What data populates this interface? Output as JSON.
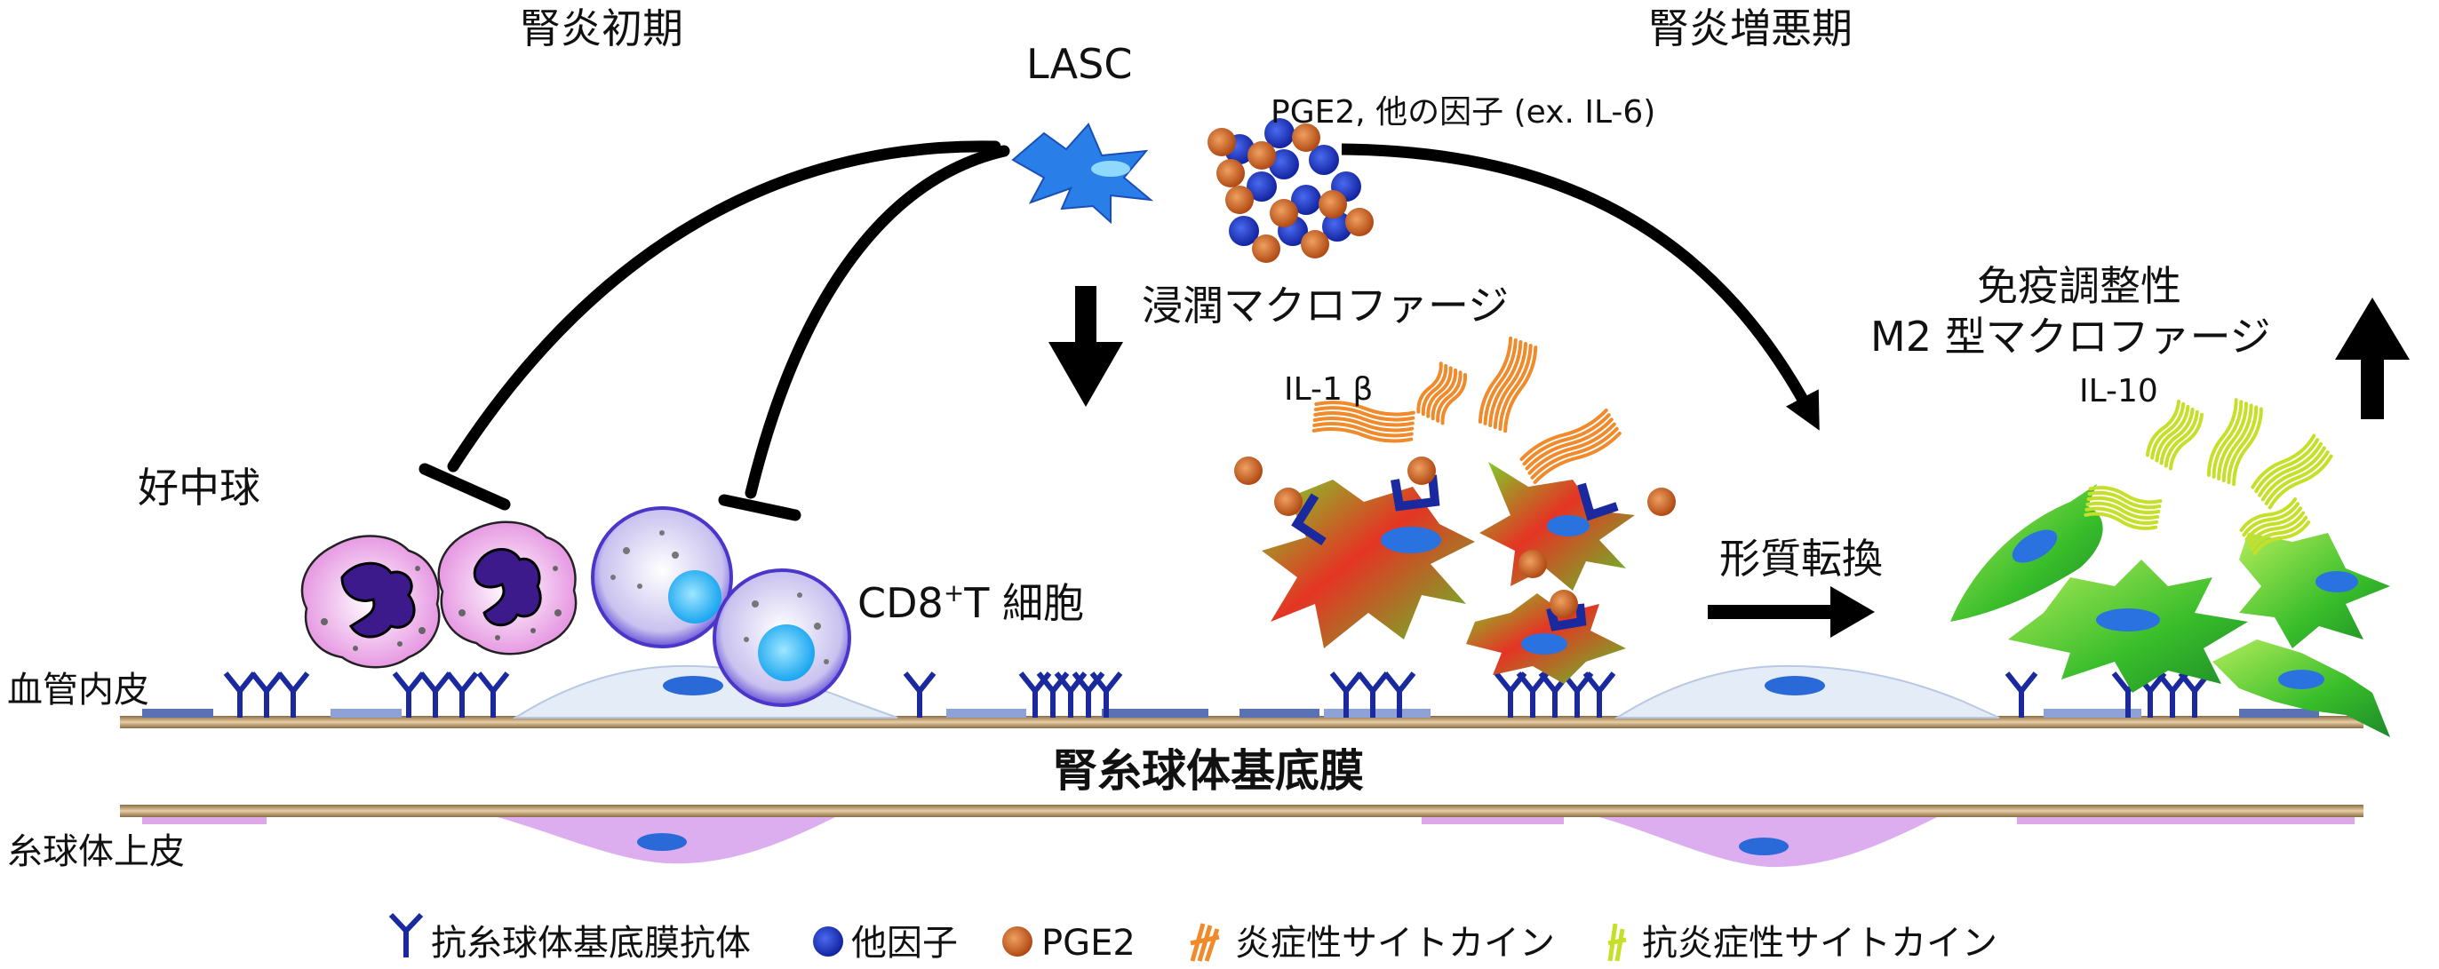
{
  "phases": {
    "early": "腎炎初期",
    "late": "腎炎増悪期"
  },
  "lasc": {
    "label": "LASC",
    "secreted": "PGE2, 他の因子 (ex. IL-6)"
  },
  "labels": {
    "infiltrating_macrophage": "浸潤マクロファージ",
    "il1b": "IL-1 β",
    "neutrophil": "好中球",
    "cd8_prefix": "CD8",
    "cd8_sup": "+",
    "cd8_suffix": "T 細胞",
    "transformation": "形質転換",
    "m2_line1": "免疫調整性",
    "m2_line2": "M2 型マクロファージ",
    "il10": "IL-10",
    "endothelium": "血管内皮",
    "gbm": "腎糸球体基底膜",
    "epithelium": "糸球体上皮"
  },
  "legend": {
    "antibody": "抗糸球体基底膜抗体",
    "other_factor": "他因子",
    "pge2": "PGE2",
    "proinflammatory": "炎症性サイトカイン",
    "antiinflammatory": "抗炎症性サイトカイン"
  },
  "colors": {
    "antibody": "#1a2a9e",
    "other_factor": "#1f3fc2",
    "pge2": "#c2571a",
    "proinflammatory": "#f08a2a",
    "antiinflammatory": "#c6e02a",
    "lasc": "#2a7ee8",
    "m1": "#e02a2a",
    "m2": "#3fc42a"
  }
}
